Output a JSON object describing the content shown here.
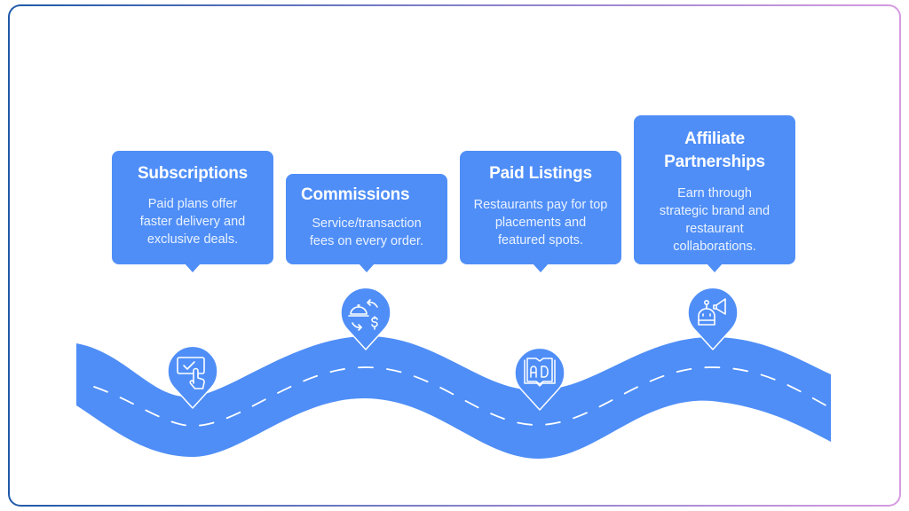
{
  "diagram": {
    "type": "roadmap",
    "theme_color": "#4f8ef7",
    "frame_gradient": [
      "#1f5aa8",
      "#7a7dc6",
      "#d69be0"
    ],
    "steps": [
      {
        "title": "Subscriptions",
        "description": "Paid plans offer faster delivery and exclusive deals.",
        "icon": "touch-checkbox-icon"
      },
      {
        "title": "Commissions",
        "description": "Service/transaction fees on every order.",
        "icon": "cloche-exchange-dollar-icon"
      },
      {
        "title": "Paid Listings",
        "description": "Restaurants pay for top placements and featured spots.",
        "icon": "ad-book-icon"
      },
      {
        "title": "Affiliate Partnerships",
        "description": "Earn through strategic brand and restaurant collaborations.",
        "icon": "robot-megaphone-icon"
      }
    ]
  }
}
